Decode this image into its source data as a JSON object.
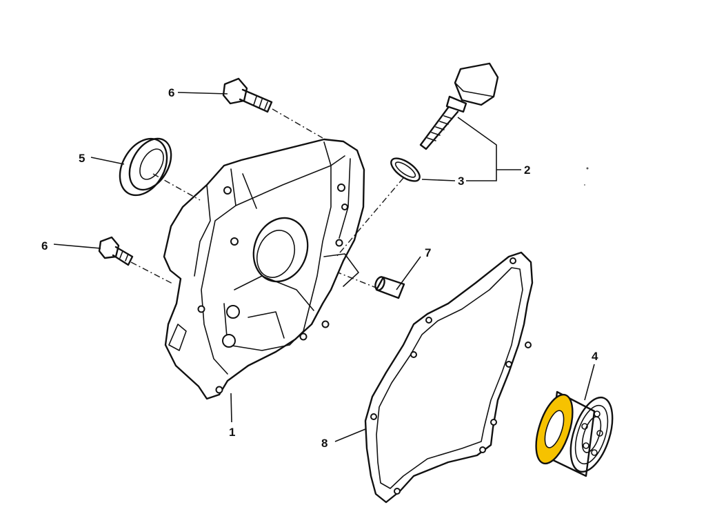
{
  "callouts": {
    "part_1": "1",
    "part_2": "2",
    "part_3": "3",
    "part_4": "4",
    "part_5": "5",
    "part_6_upper": "6",
    "part_6_lower": "6",
    "part_7": "7",
    "part_8": "8"
  },
  "colors": {
    "line": "#111111",
    "background": "#ffffff",
    "highlight": "#f6c200"
  },
  "highlighted_part": "4"
}
